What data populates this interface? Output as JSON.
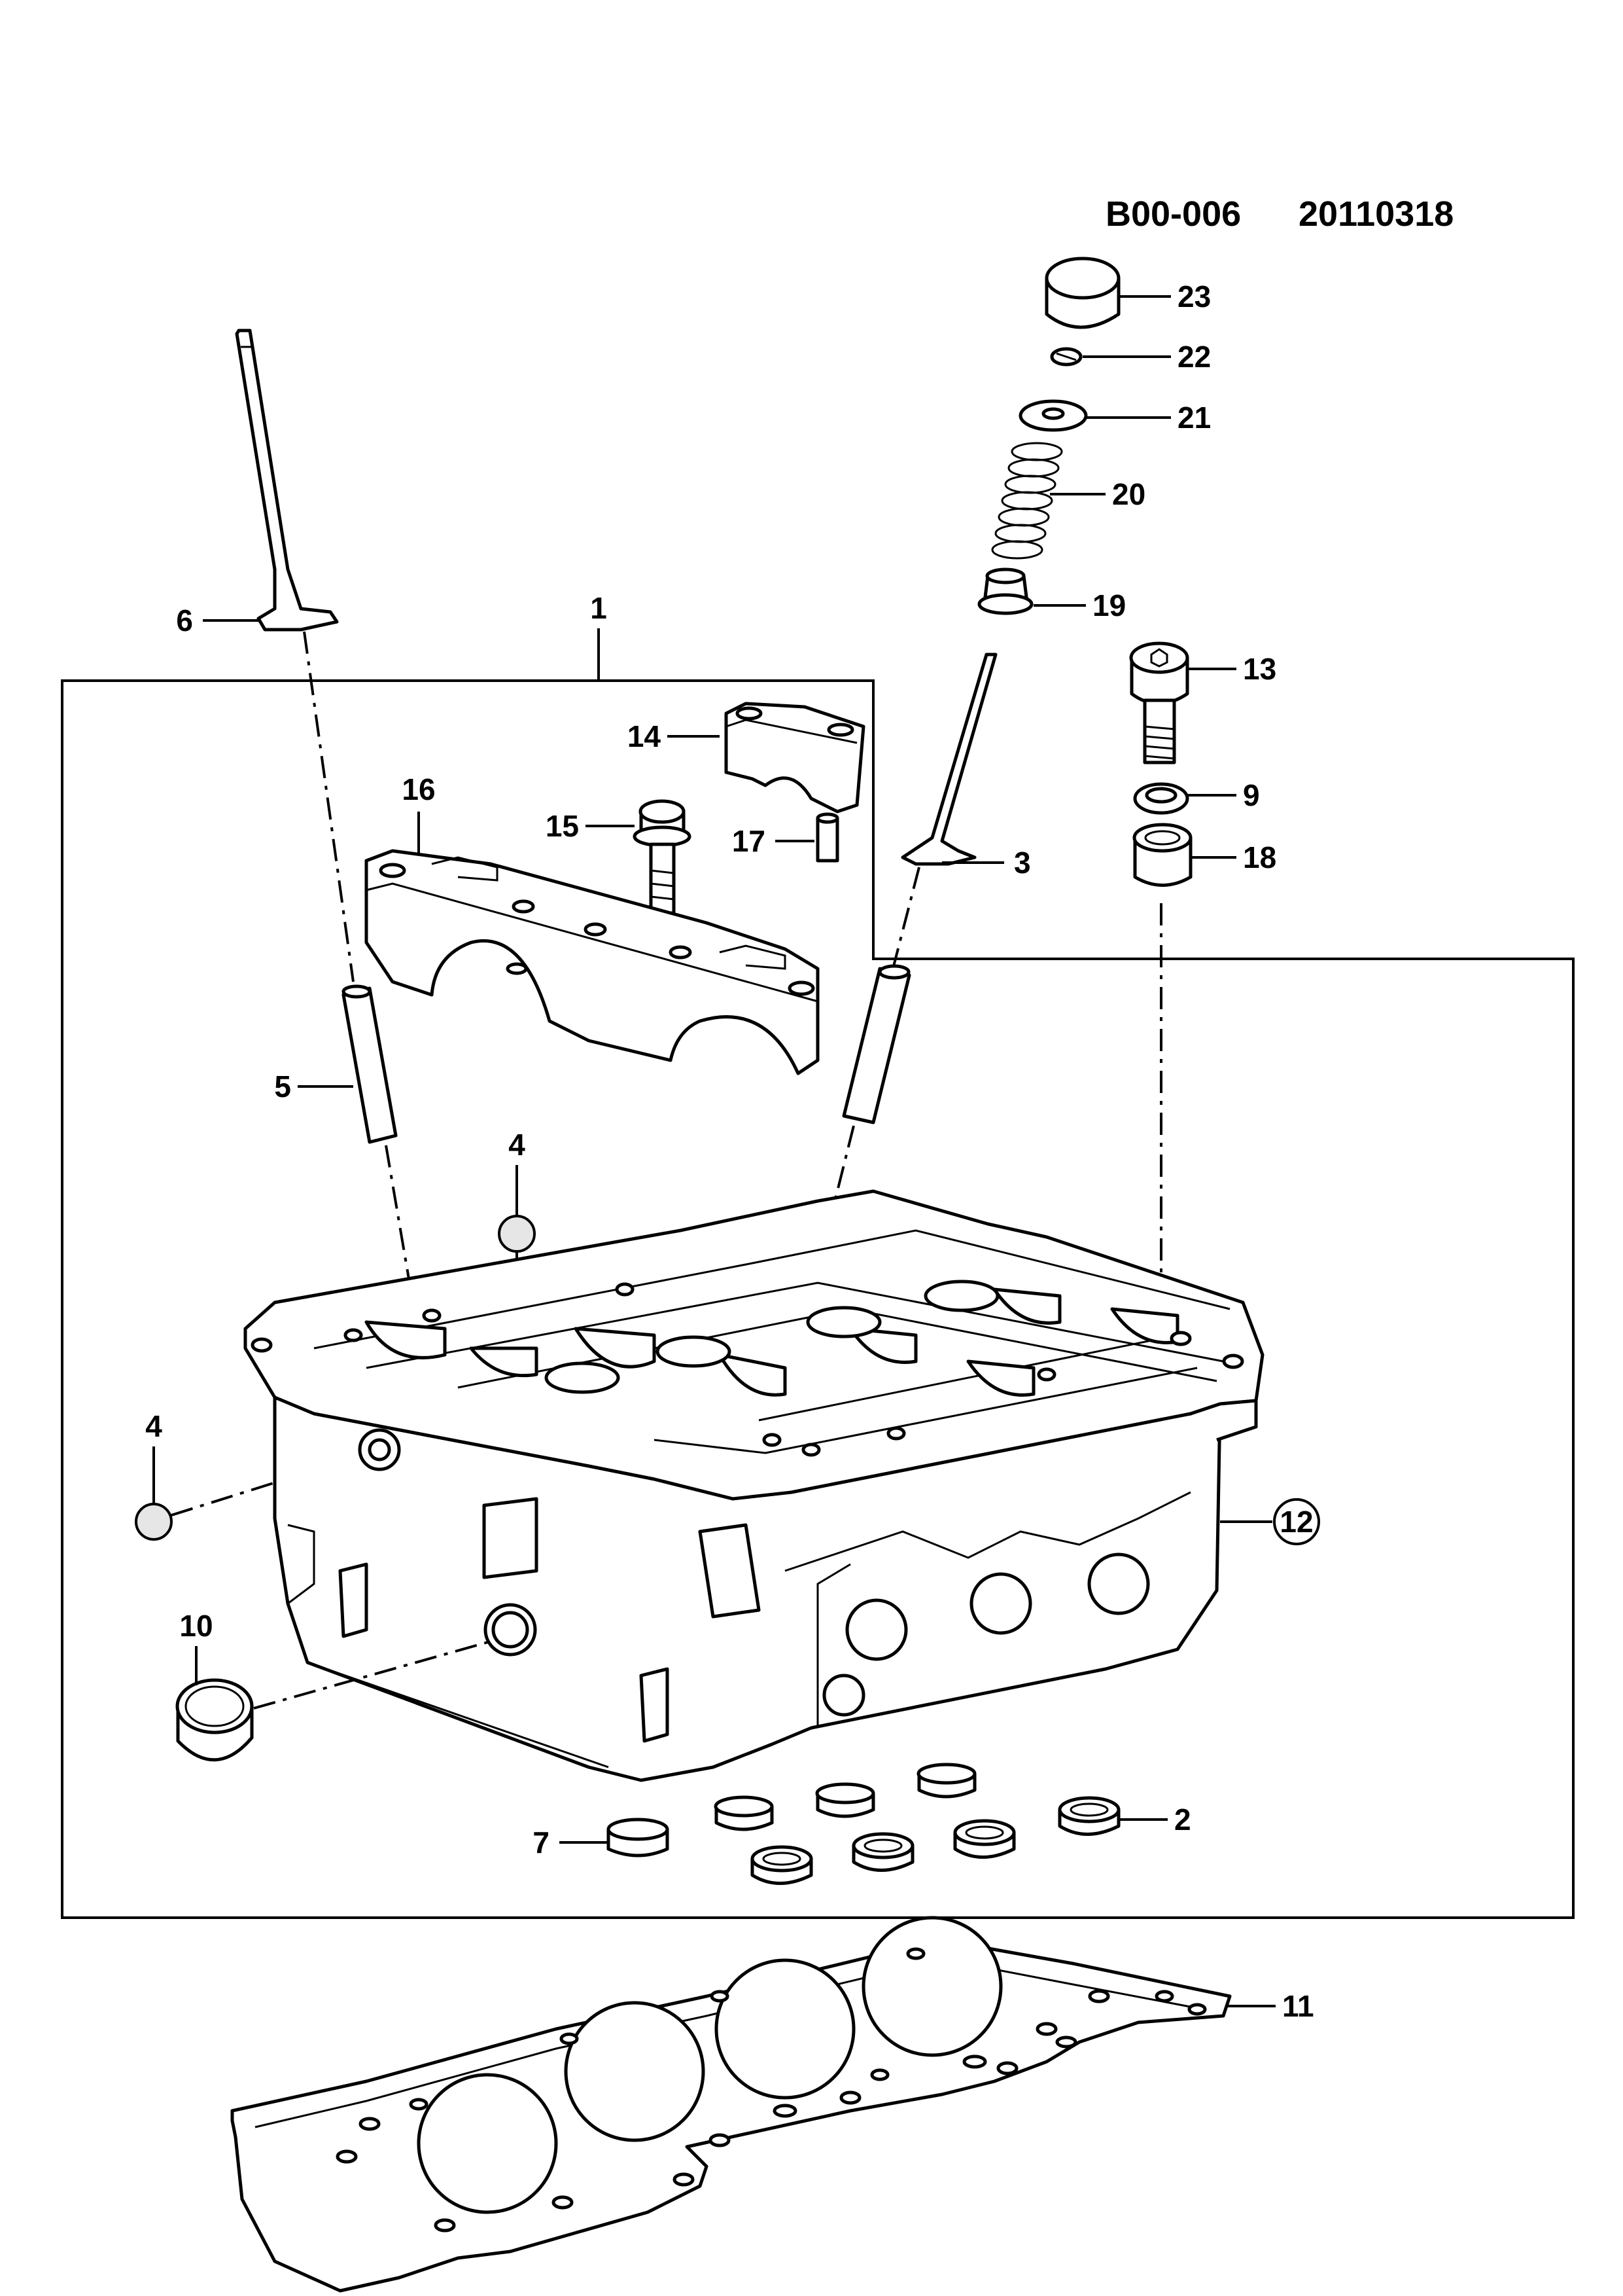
{
  "header": {
    "code": "B00-006",
    "date": "20110318"
  },
  "callouts": {
    "c1": "1",
    "c2": "2",
    "c3": "3",
    "c4a": "4",
    "c4b": "4",
    "c5": "5",
    "c6": "6",
    "c7": "7",
    "c9": "9",
    "c10": "10",
    "c11": "11",
    "c12": "12",
    "c13": "13",
    "c14": "14",
    "c15": "15",
    "c16": "16",
    "c17": "17",
    "c18": "18",
    "c19": "19",
    "c20": "20",
    "c21": "21",
    "c22": "22",
    "c23": "23"
  }
}
